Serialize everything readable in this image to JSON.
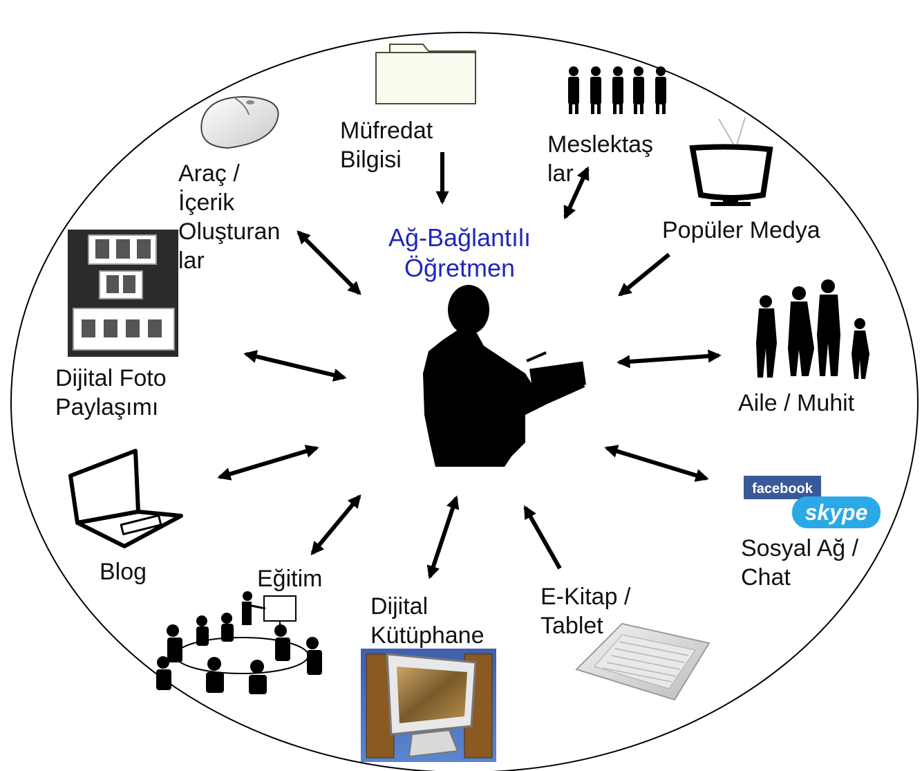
{
  "center": {
    "title": "Ağ-Bağlantılı\nÖğretmen",
    "title_color": "#1f28b8",
    "figure": "teacher-silhouette-icon"
  },
  "nodes": [
    {
      "id": "mufredat",
      "label": "Müfredat\nBilgisi",
      "icon": "folder-icon",
      "arrow": "one-way-inward"
    },
    {
      "id": "meslektaslar",
      "label": "Meslektaş\nlar",
      "icon": "people-group-icon",
      "arrow": "two-way"
    },
    {
      "id": "populer-medya",
      "label": "Popüler Medya",
      "icon": "television-icon",
      "arrow": "one-way-inward"
    },
    {
      "id": "aile",
      "label": "Aile / Muhit",
      "icon": "family-icon",
      "arrow": "two-way"
    },
    {
      "id": "sosyal-ag",
      "label": "Sosyal Ağ /\nChat",
      "icon": "facebook-skype-logo-icon",
      "arrow": "two-way"
    },
    {
      "id": "ekitap",
      "label": "E-Kitap  /\nTablet",
      "icon": "ebook-reader-icon",
      "arrow": "one-way-inward"
    },
    {
      "id": "kutuphane",
      "label": "Dijital\nKütüphane",
      "icon": "digital-library-monitor-icon",
      "arrow": "two-way"
    },
    {
      "id": "egitim",
      "label": "Eğitim",
      "icon": "training-meeting-icon",
      "arrow": "two-way"
    },
    {
      "id": "blog",
      "label": "Blog",
      "icon": "laptop-icon",
      "arrow": "two-way"
    },
    {
      "id": "dijital-foto",
      "label": "Dijital Foto\nPaylaşımı",
      "icon": "photo-frames-icon",
      "arrow": "two-way"
    },
    {
      "id": "arac",
      "label": "Araç /\nİçerik\nOluşturan\nlar",
      "icon": "computer-mouse-icon",
      "arrow": "two-way"
    }
  ],
  "logos": {
    "facebook": "facebook",
    "skype": "skype"
  }
}
